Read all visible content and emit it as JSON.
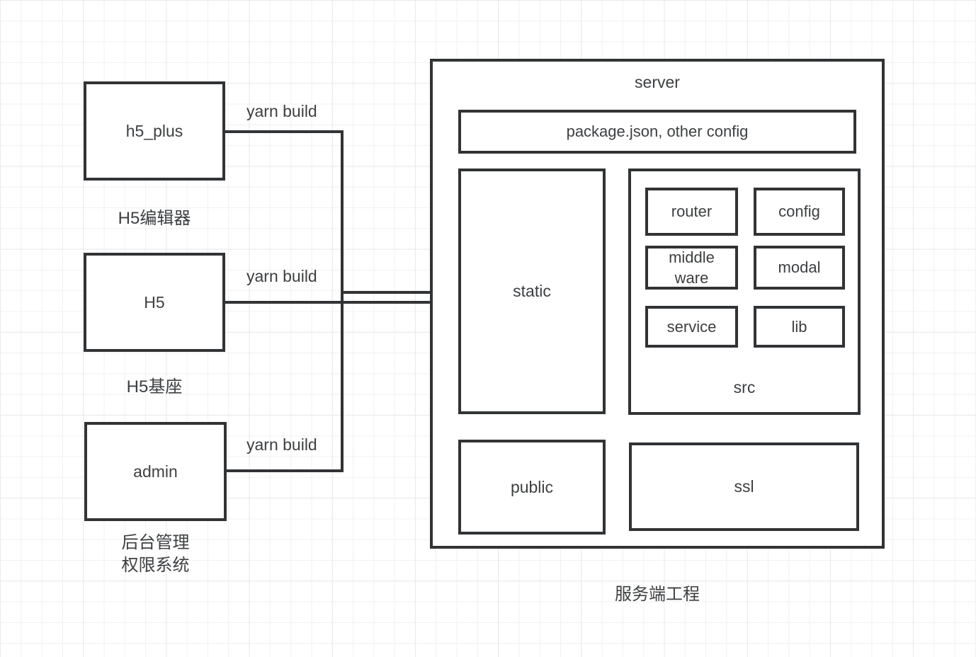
{
  "palette": {
    "stroke": "#313335",
    "text": "#3d3f41",
    "grid_minor": "#f1f1f3",
    "grid_major": "#e9e9ec",
    "background": "#ffffff"
  },
  "nodes": [
    {
      "label": "h5_plus",
      "caption_lines": [
        "H5编辑器"
      ],
      "edge_label": "yarn build"
    },
    {
      "label": "H5",
      "caption_lines": [
        "H5基座"
      ],
      "edge_label": "yarn build"
    },
    {
      "label": "admin",
      "caption_lines": [
        "后台管理",
        "权限系统"
      ],
      "edge_label": "yarn build"
    }
  ],
  "server": {
    "title": "server",
    "caption": "服务端工程",
    "config_box": "package.json, other config",
    "static_box": "static",
    "public_box": "public",
    "ssl_box": "ssl",
    "src": {
      "label": "src",
      "modules": [
        "router",
        "config",
        "middle ware",
        "modal",
        "service",
        "lib"
      ]
    }
  }
}
